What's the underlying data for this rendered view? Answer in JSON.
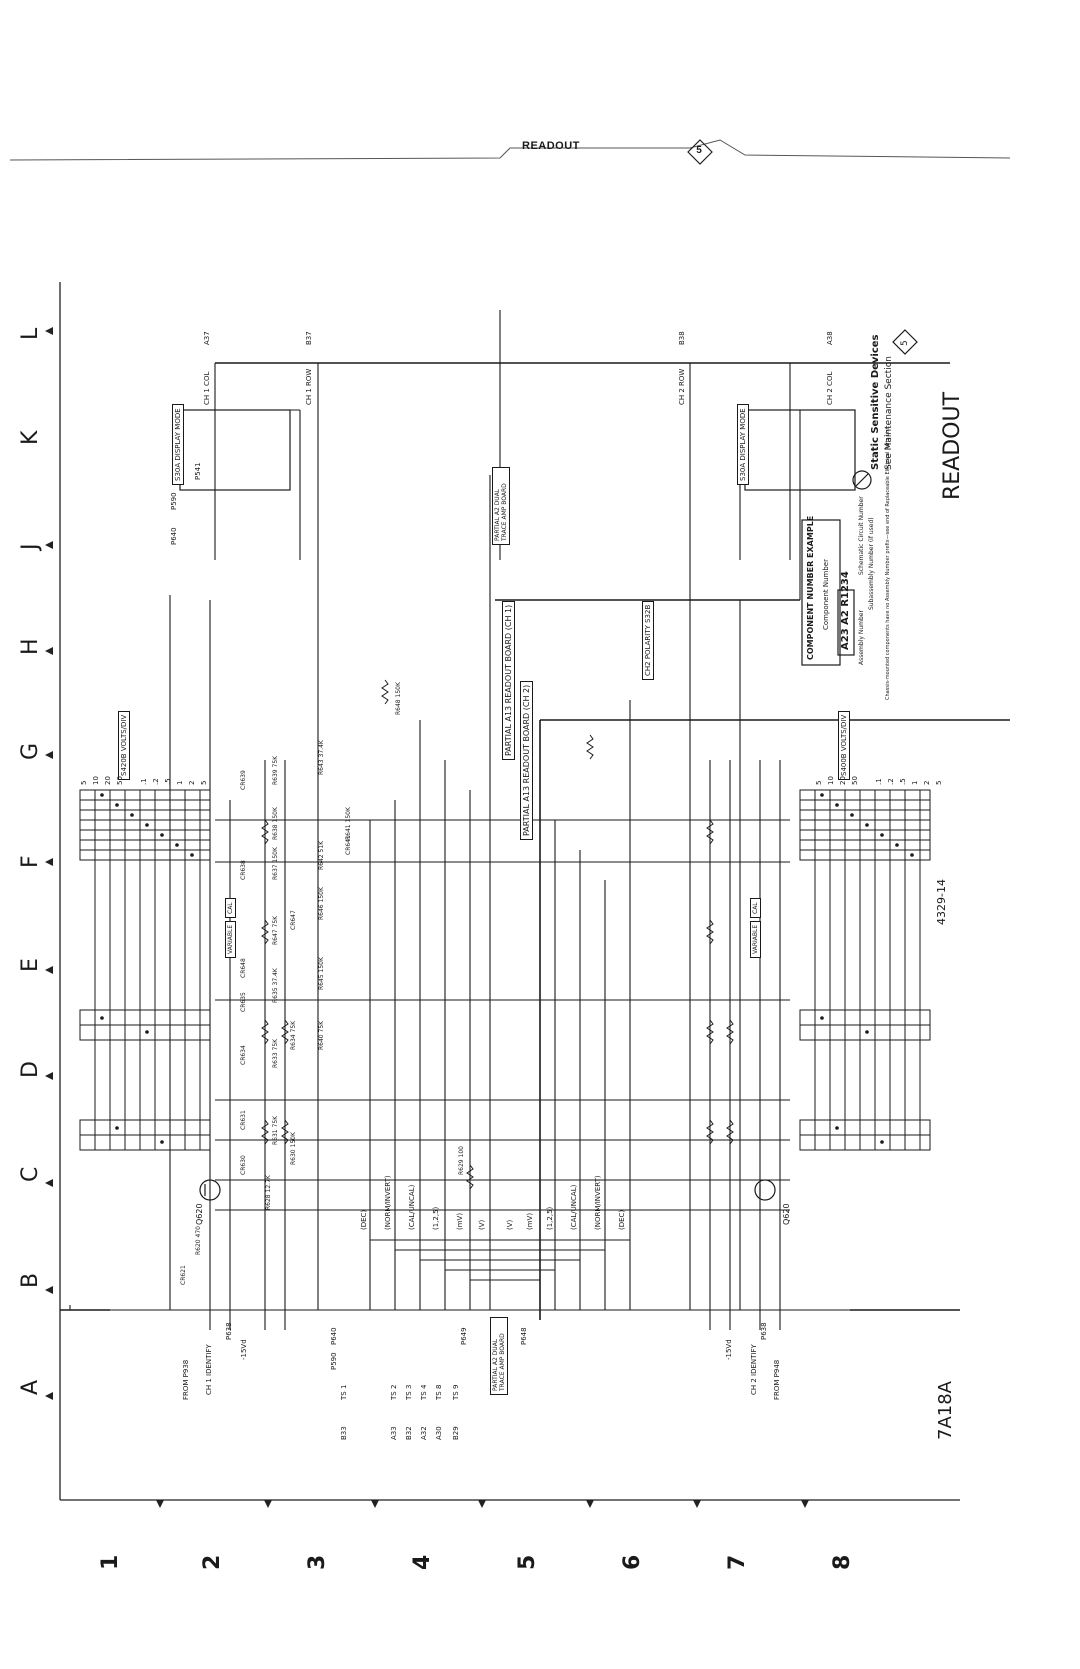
{
  "header": {
    "title": "READOUT",
    "badge": "5"
  },
  "grid": {
    "columns": [
      "A",
      "B",
      "C",
      "D",
      "E",
      "F",
      "G",
      "H",
      "J",
      "K",
      "L"
    ],
    "rows": [
      "1",
      "2",
      "3",
      "4",
      "5",
      "6",
      "7",
      "8"
    ]
  },
  "schematic": {
    "caption": "READOUT",
    "model": "7A18A",
    "drawing_number": "4329-14",
    "badge": "5",
    "static_notice_title": "Static Sensitive Devices",
    "static_notice_sub": "See Maintenance Section",
    "boards": {
      "ch1_readout": "PARTIAL A13 READOUT BOARD (CH 1)",
      "ch2_readout": "PARTIAL A13 READOUT BOARD (CH 2)",
      "a2_top": "PARTIAL A2 DUAL TRACE AMP BOARD",
      "a2_left": "PARTIAL A2 DUAL TRACE AMP BOARD"
    },
    "switches": {
      "display_mode_top": "S30A DISPLAY MODE",
      "display_mode_bottom": "S30A DISPLAY MODE",
      "volts_div_top": "S420B VOLTS/DIV",
      "volts_div_bottom": "S400B VOLTS/DIV",
      "ch2_polarity": "CH2 POLARITY S32B"
    },
    "component_example": {
      "title": "COMPONENT NUMBER EXAMPLE",
      "label": "Component Number",
      "example": "A23 A2 R1234",
      "assembly": "Assembly Number",
      "subassembly": "Subassembly Number (if used)",
      "schematic": "Schematic Circuit Number",
      "note": "Chassis-mounted components have no Assembly Number prefix—see end of Replaceable Electrical Parts List."
    },
    "inputs": {
      "from_top": "FROM P938",
      "ch1_identify": "CH 1 IDENTIFY",
      "from_bottom": "FROM P948",
      "ch2_identify": "CH 2 IDENTIFY",
      "neg15": "-15Vd"
    },
    "ts_labels": [
      "B33",
      "A33",
      "B32",
      "A32",
      "A30",
      "B29"
    ],
    "ts_names": [
      "TS 1",
      "TS 2",
      "TS 3",
      "TS 4",
      "TS 8",
      "TS 9"
    ],
    "bus_labels": [
      "(DEC)",
      "(NORM/INVERT)",
      "(CAL/UNCAL)",
      "(1,2,5)",
      "(mV)",
      "(V)"
    ],
    "connectors": [
      "P638",
      "P640",
      "P590",
      "P649",
      "P648",
      "P541"
    ],
    "rows": {
      "ch1_col": "CH 1 COL",
      "ch1_row": "CH 1 ROW",
      "ch2_row": "CH 2 ROW",
      "ch2_col": "CH 2 COL",
      "a37": "A37",
      "b37": "B37",
      "b38": "B38",
      "a38": "A38"
    },
    "variable": "VARIABLE",
    "cal": "CAL",
    "transistor": "Q620",
    "resistors_top": [
      "R631 75K",
      "R630 150K",
      "R633 75K",
      "R634 75K",
      "R635 37.4K",
      "R647 75K",
      "R637 150K",
      "R638 150K",
      "R639 75K",
      "R640 75K",
      "R645 150K",
      "R646 150K",
      "R642 51K",
      "R641 150K",
      "R643 37.4K",
      "R648 150K",
      "R629 100",
      "R628 12.7K",
      "R620 470"
    ],
    "diodes_top": [
      "CR631",
      "CR630",
      "CR634",
      "CR635",
      "CR648",
      "CR647",
      "CR638",
      "CR639",
      "CR641",
      "CR621"
    ],
    "volts_labels": [
      "5",
      "10",
      "20",
      "50",
      ".1",
      ".2",
      ".5",
      "1",
      "2",
      "5"
    ]
  }
}
